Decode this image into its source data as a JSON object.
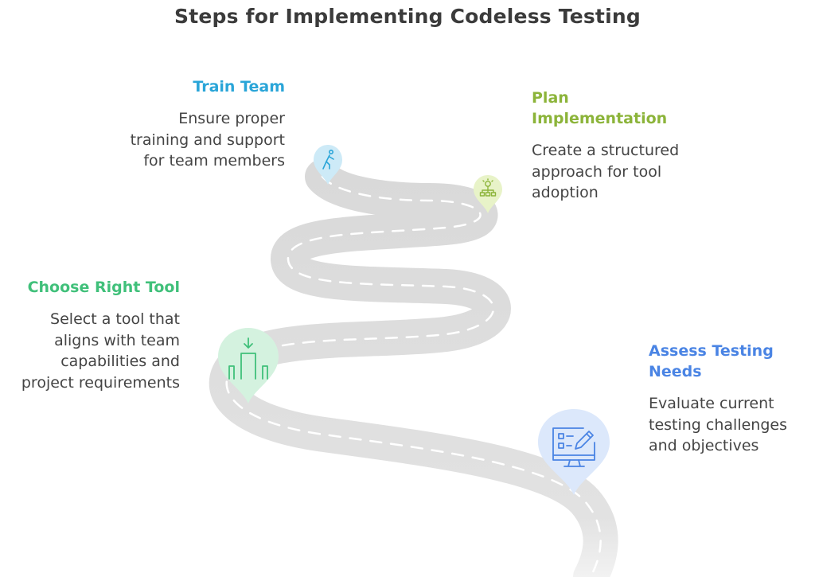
{
  "title": "Steps for Implementing Codeless Testing",
  "colors": {
    "road": "#e0e0e0",
    "road_dash": "#ffffff",
    "train": "#2aa5d8",
    "plan": "#8cb43a",
    "choose": "#40c07a",
    "assess": "#4a84e4"
  },
  "steps": {
    "train": {
      "title": "Train Team",
      "description": "Ensure proper training and support for team members",
      "icon": "person-walking-icon"
    },
    "plan": {
      "title": "Plan Implementation",
      "description": "Create a structured approach for tool adoption",
      "icon": "org-chart-lightbulb-icon"
    },
    "choose": {
      "title": "Choose Right Tool",
      "description": "Select a tool that aligns with team capabilities and project requirements",
      "icon": "selection-bars-icon"
    },
    "assess": {
      "title": "Assess Testing Needs",
      "description": "Evaluate current testing challenges and objectives",
      "icon": "monitor-checklist-pencil-icon"
    }
  }
}
